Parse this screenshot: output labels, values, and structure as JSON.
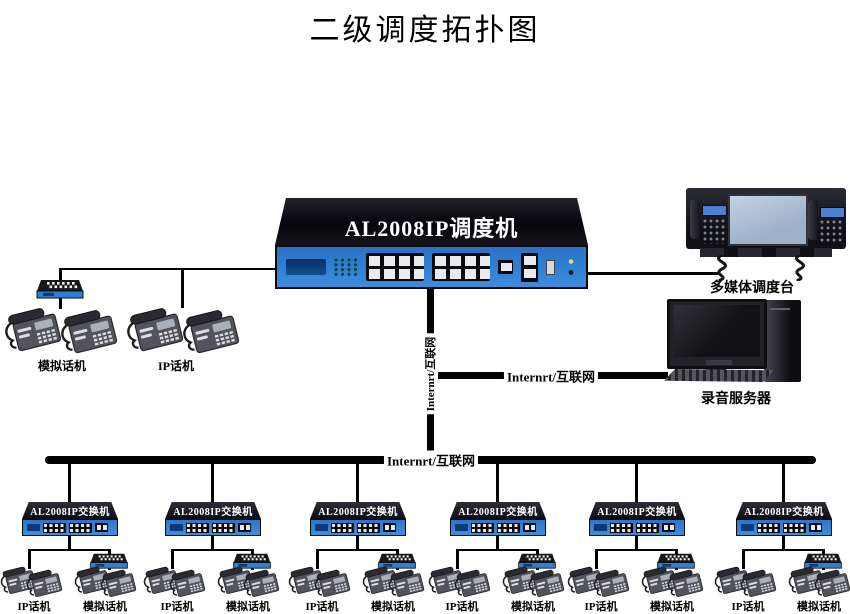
{
  "title": "二级调度拓扑图",
  "colors": {
    "panel_blue": "#2e7ed2",
    "cable_black": "#000000"
  },
  "dispatcher": {
    "label": "AL2008IP调度机"
  },
  "console": {
    "label": "多媒体调度台"
  },
  "server": {
    "label": "录音服务器"
  },
  "left": {
    "analog_label": "模拟话机",
    "ip_label": "IP话机"
  },
  "links": {
    "vertical_label": "Internrt/互联网",
    "server_label": "Internrt/互联网",
    "bus_label": "Internrt/互联网"
  },
  "bottom": {
    "groups": [
      {
        "switch_label": "AL2008IP交换机",
        "ip_label": "IP话机",
        "analog_label": "模拟话机"
      },
      {
        "switch_label": "AL2008IP交换机",
        "ip_label": "IP话机",
        "analog_label": "模拟话机"
      },
      {
        "switch_label": "AL2008IP交换机",
        "ip_label": "IP话机",
        "analog_label": "模拟话机"
      },
      {
        "switch_label": "AL2008IP交换机",
        "ip_label": "IP话机",
        "analog_label": "模拟话机"
      },
      {
        "switch_label": "AL2008IP交换机",
        "ip_label": "IP话机",
        "analog_label": "模拟话机"
      },
      {
        "switch_label": "AL2008IP交换机",
        "ip_label": "IP话机",
        "analog_label": "模拟话机"
      }
    ]
  }
}
